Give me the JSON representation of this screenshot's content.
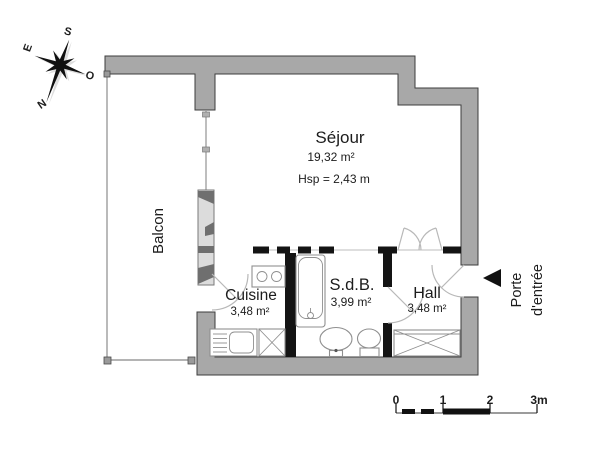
{
  "meta": {
    "colors": {
      "bg": "#ffffff",
      "wall_fill": "#a8a8a8",
      "wall_stroke": "#3d3d3d",
      "partition": "#141414",
      "thin_line": "#9c9c9c",
      "fixture_line": "#8f8f8f",
      "glazing_fill": "#dcdcdc",
      "glazing_dark": "#6f6f6f",
      "text_color": "#1c1c1c"
    }
  },
  "compass": {
    "north": "N",
    "south": "S",
    "east": "E",
    "west": "O"
  },
  "rooms": {
    "sejour": {
      "name": "Séjour",
      "area": "19,32 m²",
      "ceiling_height": "Hsp = 2,43 m"
    },
    "balcon": {
      "name": "Balcon"
    },
    "cuisine": {
      "name": "Cuisine",
      "area": "3,48 m²"
    },
    "sdb": {
      "name": "S.d.B.",
      "area": "3,99 m²"
    },
    "hall": {
      "name": "Hall",
      "area": "3,48 m²"
    }
  },
  "entrance": {
    "line1": "Porte",
    "line2": "d'entrée"
  },
  "scale_bar": {
    "ticks": [
      "0",
      "1",
      "2",
      "3m"
    ]
  }
}
